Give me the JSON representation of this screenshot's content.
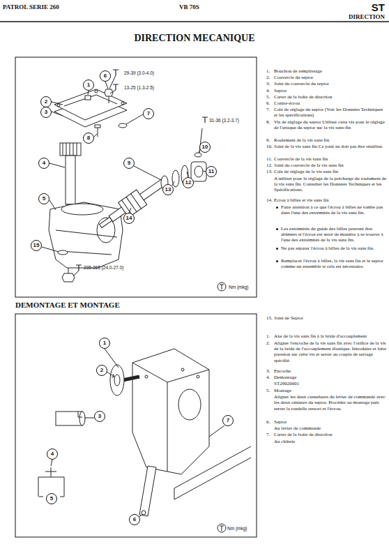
{
  "diagram": {
    "title": "DIRECTION MECANIQUE",
    "nodes": [
      {
        "text": [
          "6"
        ]
      },
      {
        "text": [
          "1"
        ]
      },
      {
        "text": [
          "2"
        ]
      },
      {
        "text": [
          "3"
        ]
      },
      {
        "text": [
          "7"
        ]
      },
      {
        "text": [
          "8"
        ]
      },
      {
        "text": [
          "9"
        ]
      },
      {
        "text": [
          "4"
        ]
      },
      {
        "text": [
          "10"
        ]
      },
      {
        "text": [
          "11"
        ]
      },
      {
        "text": [
          "12"
        ]
      },
      {
        "text": [
          "13"
        ]
      },
      {
        "text": [
          "5"
        ]
      },
      {
        "text": [
          "14"
        ]
      },
      {
        "text": [
          "15"
        ]
      },
      {
        "text": [
          "1"
        ]
      },
      {
        "text": [
          "2"
        ]
      },
      {
        "text": [
          "3"
        ]
      },
      {
        "text": [
          "7"
        ]
      },
      {
        "text": [
          "4"
        ]
      },
      {
        "text": [
          "5"
        ]
      },
      {
        "text": [
          "6"
        ]
      }
    ],
    "labels": [
      "PATROL SERIE 260",
      "VB 70S",
      "ST",
      "DIRECTION",
      "29-39 (3.0-4.0)",
      "13-25 (1.3-2.5)",
      "31-36 (3.2-3.7)",
      "235-265 (24.0-27.0)",
      "Nm (mkg)",
      "1.",
      "Bouchon de remplissage",
      "2.",
      "Couvercle du septor",
      "3.",
      "Joint du couvercle du septor",
      "4.",
      "Septor",
      "5.",
      "Carter de la boîte de direction",
      "6.",
      "Contre-écrou",
      "7.",
      "Cale de réglage du septor (Voir les Données Techniques et les spécifications)",
      "8.",
      "Vis de réglage du septor Utiliser cette vis pour le réglage de l'attaque du septor sur la vis sans-fin",
      "9.",
      "Roulement de la vis sans fin",
      "10.",
      "Joint de la vis sans fin Ce joint ne doit pas être réutilisé.",
      "11.",
      "Couvercle de la vis sans fin",
      "12.",
      "Joint du couvercle de la vis sans fin",
      "13.",
      "Cale de réglage de la vis sans fin",
      "A utiliser pour le réglage de la précharge du roulement de la vis sans fin. Consulter les Données Techniques et les Spécifications.",
      "14.",
      "Ecrou à billes et vis sans fin",
      "Faire attention à ce que l'écrou à billes ne tombe pas dans l'une des extrémités de la vis sans fin.",
      "Les extrémités du guide des billes peuvent être abimées si l'écrou est serré de manière à se trouver à l'une des extrémités de la vis sans fin.",
      "Ne pas séparer l'écrou à billes de la vis sans fin.",
      "Remplacer l'écrou à billes, la vis sans fin et le septor comme un ensemble si cela est nécessaire.",
      "15.",
      "Joint de Septor",
      "DEMONTAGE ET MONTAGE",
      "1.",
      "Axe de la vis sans fin à la bride d'accouplement",
      "2.",
      "Aligner l'encoche de la vis sans fin avec l'orifice de la vis de la bride de l'accouplement élastique. Introduire et faire pression sur cette vis et serrer au couple de serrage spécifié.",
      "3.",
      "Encoche",
      "4.",
      "Demontage",
      "ST29020001",
      "5.",
      "Montage",
      "Aligner les deux cannelures du levier de commande avec les deux rainures du septor. Procéder au montage puis serrer la rondelle ressort et l'écrou.",
      "6.",
      "Septor",
      "Au levier de commande",
      "7.",
      "Carter de la boite de direction",
      "Au châssis",
      "Nm (mkg)"
    ]
  }
}
